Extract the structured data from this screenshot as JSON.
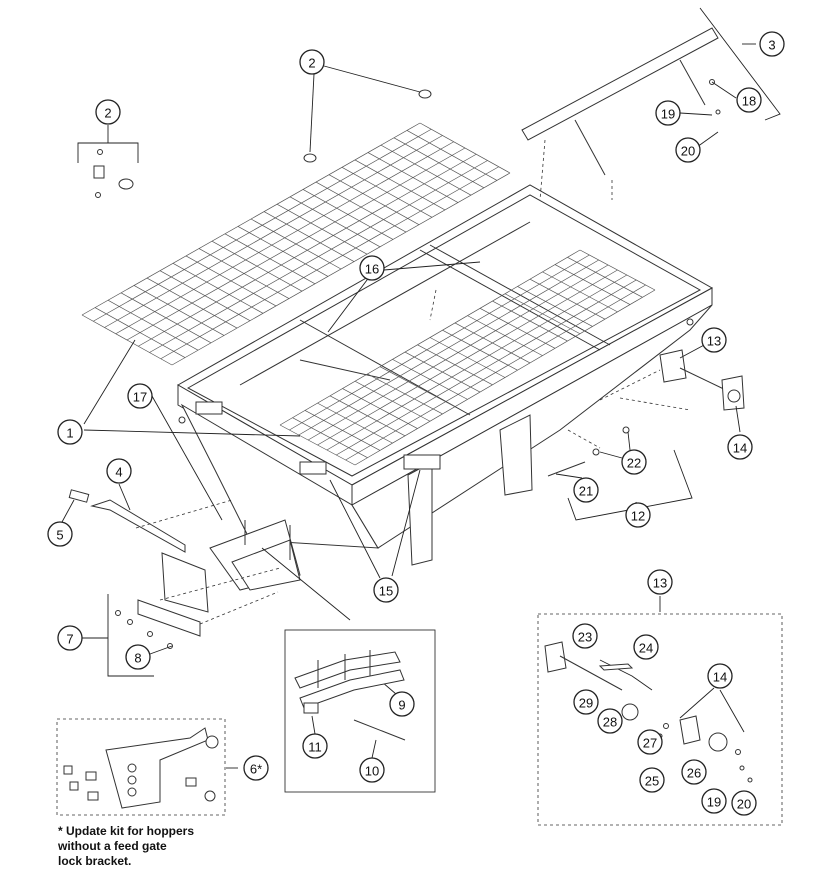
{
  "callouts": [
    {
      "id": "c1",
      "label": "1"
    },
    {
      "id": "c2a",
      "label": "2"
    },
    {
      "id": "c2b",
      "label": "2"
    },
    {
      "id": "c3",
      "label": "3"
    },
    {
      "id": "c4",
      "label": "4"
    },
    {
      "id": "c5",
      "label": "5"
    },
    {
      "id": "c6",
      "label": "6*"
    },
    {
      "id": "c7",
      "label": "7"
    },
    {
      "id": "c8",
      "label": "8"
    },
    {
      "id": "c9",
      "label": "9"
    },
    {
      "id": "c10",
      "label": "10"
    },
    {
      "id": "c11",
      "label": "11"
    },
    {
      "id": "c12",
      "label": "12"
    },
    {
      "id": "c13a",
      "label": "13"
    },
    {
      "id": "c13b",
      "label": "13"
    },
    {
      "id": "c14a",
      "label": "14"
    },
    {
      "id": "c14b",
      "label": "14"
    },
    {
      "id": "c15",
      "label": "15"
    },
    {
      "id": "c16",
      "label": "16"
    },
    {
      "id": "c17",
      "label": "17"
    },
    {
      "id": "c18",
      "label": "18"
    },
    {
      "id": "c19a",
      "label": "19"
    },
    {
      "id": "c19b",
      "label": "19"
    },
    {
      "id": "c20a",
      "label": "20"
    },
    {
      "id": "c20b",
      "label": "20"
    },
    {
      "id": "c21",
      "label": "21"
    },
    {
      "id": "c22",
      "label": "22"
    },
    {
      "id": "c23",
      "label": "23"
    },
    {
      "id": "c24",
      "label": "24"
    },
    {
      "id": "c25",
      "label": "25"
    },
    {
      "id": "c26",
      "label": "26"
    },
    {
      "id": "c27",
      "label": "27"
    },
    {
      "id": "c28",
      "label": "28"
    },
    {
      "id": "c29",
      "label": "29"
    }
  ],
  "footnote": "* Update kit for hoppers\n   without a feed gate\n   lock bracket."
}
